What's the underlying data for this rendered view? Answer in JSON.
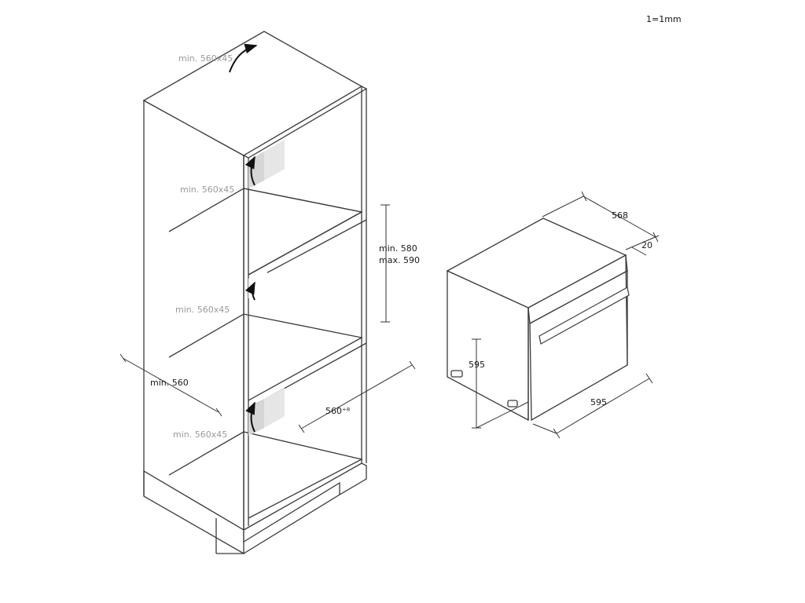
{
  "scale_note": "1=1mm",
  "cabinet": {
    "vent_labels": [
      "min. 560x45",
      "min. 560x45",
      "min. 560x45",
      "min. 560x45"
    ],
    "niche_height_min": "min. 580",
    "niche_height_max": "max. 590",
    "width_min": "min. 560",
    "depth": "560⁺⁸"
  },
  "oven": {
    "depth": "568",
    "door_thickness": "20",
    "height": "595",
    "width": "595"
  },
  "colors": {
    "line": "#3a3a3a",
    "dashed": "#8c8c8c",
    "vent_fill": "#d6d6d6",
    "text_grey": "#9a9a9a"
  }
}
